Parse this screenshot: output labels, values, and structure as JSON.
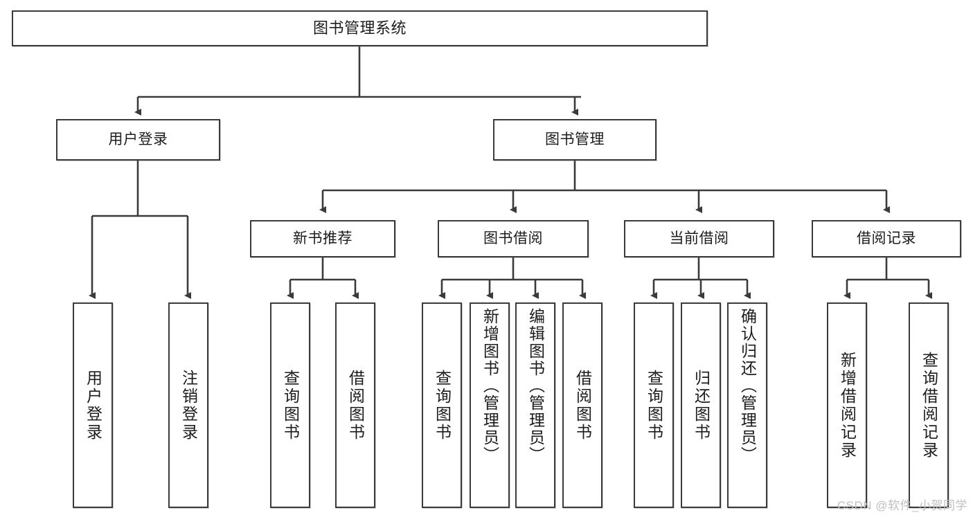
{
  "diagram": {
    "type": "tree-hierarchy",
    "title": "图书管理系统",
    "watermark": "CSDN @软件_小贺同学",
    "colors": {
      "box_border": "#3a3a3a",
      "box_fill": "#ffffff",
      "edge": "#3a3a3a",
      "text": "#1c1c1c",
      "watermark": "#bfbfbf"
    },
    "root": {
      "label": "图书管理系统"
    },
    "level1": [
      {
        "label": "用户登录"
      },
      {
        "label": "图书管理"
      }
    ],
    "level2": [
      {
        "label": "新书推荐"
      },
      {
        "label": "图书借阅"
      },
      {
        "label": "当前借阅"
      },
      {
        "label": "借阅记录"
      }
    ],
    "leaves": {
      "user_login": [
        {
          "label": "用户登录"
        },
        {
          "label": "注销登录"
        }
      ],
      "new_book_recommend": [
        {
          "label": "查询图书"
        },
        {
          "label": "借阅图书"
        }
      ],
      "book_borrow": [
        {
          "label": "查询图书"
        },
        {
          "label": "新增图书（管理员）"
        },
        {
          "label": "编辑图书（管理员）"
        },
        {
          "label": "借阅图书"
        }
      ],
      "current_borrow": [
        {
          "label": "查询图书"
        },
        {
          "label": "归还图书"
        },
        {
          "label": "确认归还（管理员）"
        }
      ],
      "borrow_record": [
        {
          "label": "新增借阅记录"
        },
        {
          "label": "查询借阅记录"
        }
      ]
    }
  }
}
